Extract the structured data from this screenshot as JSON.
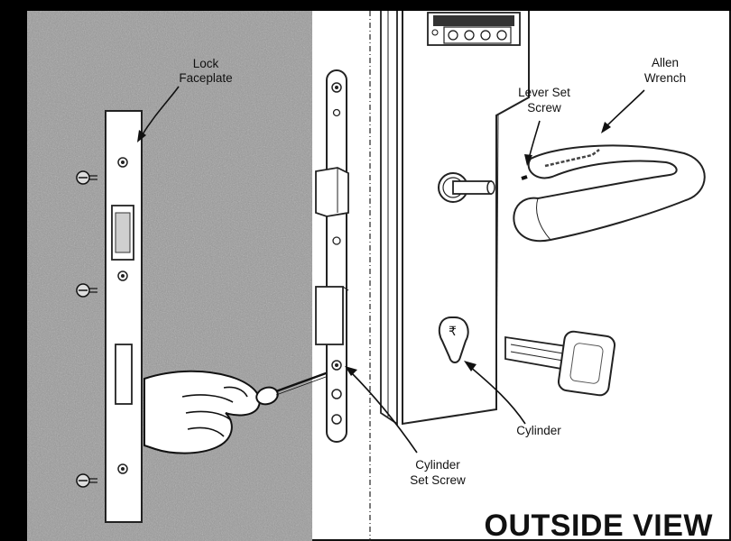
{
  "labels": {
    "lock_faceplate_line1": "Lock",
    "lock_faceplate_line2": "Faceplate",
    "allen_wrench_line1": "Allen",
    "allen_wrench_line2": "Wrench",
    "lever_set_screw_line1": "Lever Set",
    "lever_set_screw_line2": "Screw",
    "cylinder": "Cylinder",
    "cylinder_set_screw_line1": "Cylinder",
    "cylinder_set_screw_line2": "Set Screw",
    "view_title": "OUTSIDE VIEW"
  },
  "colors": {
    "wall": "#9a9a9a",
    "ink": "#111111",
    "paper": "#ffffff"
  }
}
